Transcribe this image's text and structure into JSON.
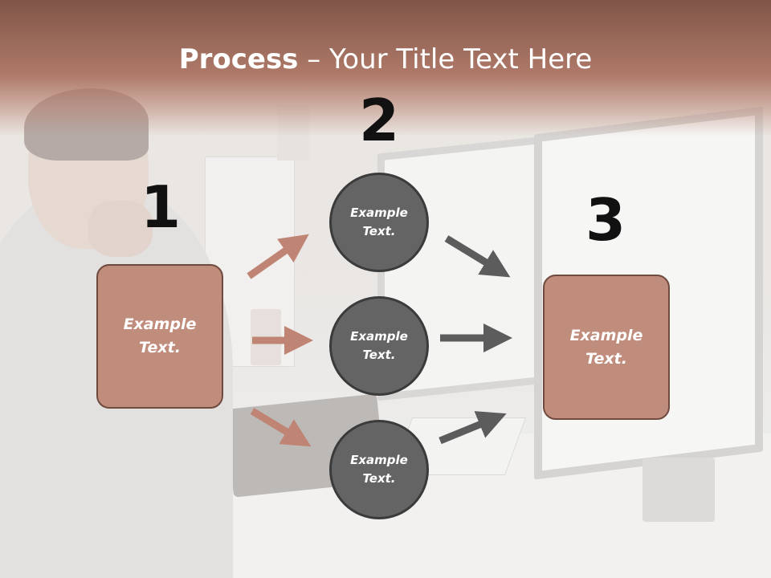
{
  "slide": {
    "title_bold": "Process",
    "title_rest": " – Your Title Text Here",
    "step_numbers": [
      "1",
      "2",
      "3"
    ],
    "left_box": {
      "label": "Example\nText."
    },
    "right_box": {
      "label": "Example\nText."
    },
    "circles": [
      {
        "label": "Example\nText."
      },
      {
        "label": "Example\nText."
      },
      {
        "label": "Example\nText."
      }
    ]
  },
  "colors": {
    "header_band": "#a36b5b",
    "box_fill": "#c08c7c",
    "box_border": "#6f4a3e",
    "circle_fill": "#646464",
    "arrow_left": "#c08474",
    "arrow_right": "#5c5c5c"
  }
}
